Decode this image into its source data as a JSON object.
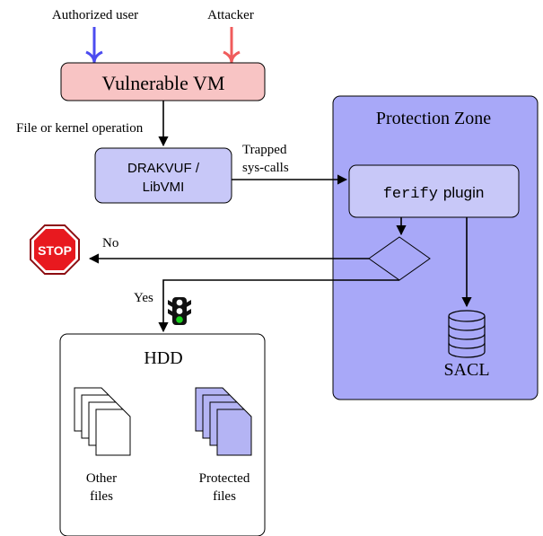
{
  "actors": {
    "authorized_user": "Authorized user",
    "attacker": "Attacker"
  },
  "nodes": {
    "vulnerable_vm": "Vulnerable VM",
    "drakvuf_line1": "DRAKVUF /",
    "drakvuf_line2": "LibVMI",
    "protection_zone": "Protection Zone",
    "plugin_code": "ferify",
    "plugin_word": "plugin",
    "sacl": "SACL",
    "hdd": "HDD",
    "stop_sign": "STOP"
  },
  "edges": {
    "file_or_kernel_op": "File or kernel operation",
    "trapped_line1": "Trapped",
    "trapped_line2": "sys-calls",
    "no": "No",
    "yes": "Yes"
  },
  "files": {
    "other_line1": "Other",
    "other_line2": "files",
    "protected_line1": "Protected",
    "protected_line2": "files"
  },
  "colors": {
    "user_arrow": "#4c4cf0",
    "attacker_arrow": "#f05c5c",
    "vm_fill": "#f8c4c4",
    "drakvuf_fill": "#c8c8f8",
    "zone_fill": "#a8a8f8",
    "plugin_fill": "#c8c8f8",
    "protected_file_fill": "#b4b4f4",
    "stop_red": "#e8191f",
    "light_green": "#19d11c"
  },
  "icons": {
    "stop": "stop-sign-icon",
    "traffic_light": "traffic-light-icon",
    "database": "database-icon",
    "file_stack": "file-stack-icon"
  }
}
